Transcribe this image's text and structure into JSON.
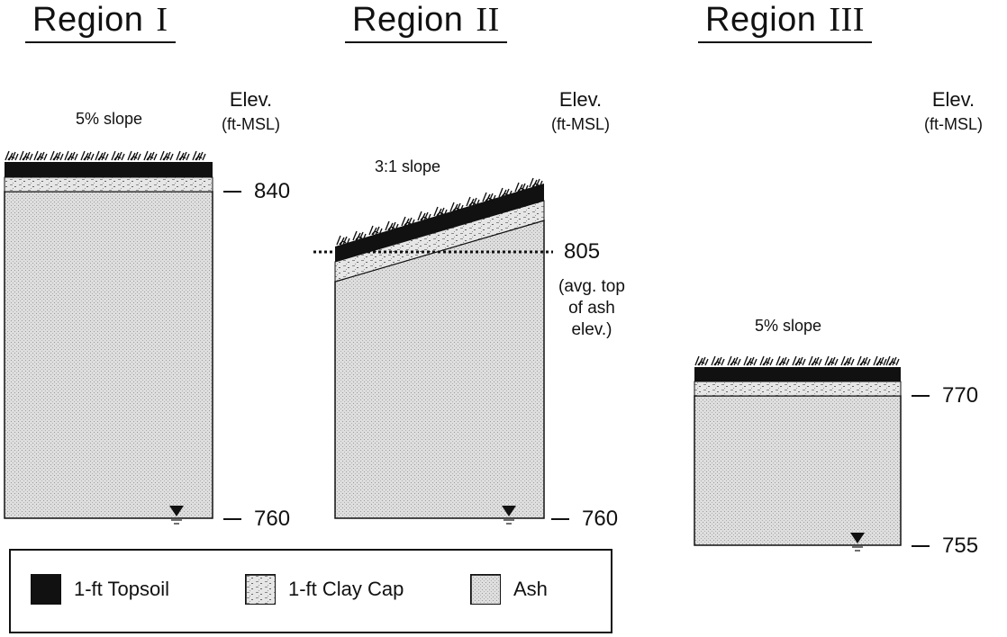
{
  "regions": [
    {
      "title": "Region",
      "numeral": "I",
      "elev_header": "Elev.",
      "elev_unit": "(ft-MSL)",
      "slope": "5% slope",
      "top_elev": "840",
      "bottom_elev": "760"
    },
    {
      "title": "Region",
      "numeral": "II",
      "elev_header": "Elev.",
      "elev_unit": "(ft-MSL)",
      "slope": "3:1 slope",
      "top_elev": "805",
      "bottom_elev": "760",
      "top_note": "(avg. top\nof ash\nelev.)"
    },
    {
      "title": "Region",
      "numeral": "III",
      "elev_header": "Elev.",
      "elev_unit": "(ft-MSL)",
      "slope": "5% slope",
      "top_elev": "770",
      "bottom_elev": "755"
    }
  ],
  "legend": {
    "topsoil": "1-ft Topsoil",
    "clay": "1-ft Clay Cap",
    "ash": "Ash"
  },
  "colors": {
    "topsoil": "#111111",
    "clay": "#dcdcdc",
    "ash": "#d9d9d9",
    "line": "#111111"
  },
  "icons": {
    "water_table": "water-table-triangle-icon",
    "grass": "grass-tuft-icon"
  }
}
